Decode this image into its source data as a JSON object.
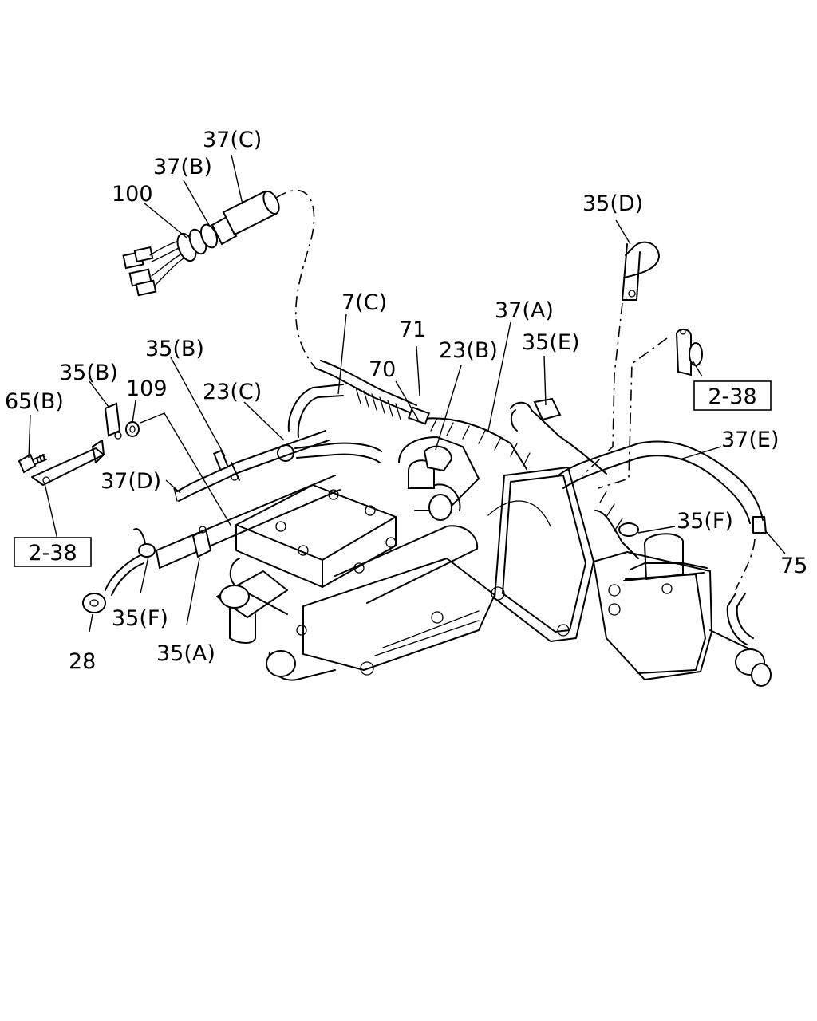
{
  "callouts": {
    "c37C": "37(C)",
    "c37B": "37(B)",
    "c100": "100",
    "c35D": "35(D)",
    "c7C": "7(C)",
    "c37A": "37(A)",
    "c71": "71",
    "c35B_mid": "35(B)",
    "c23B": "23(B)",
    "c35E": "35(E)",
    "c70": "70",
    "c35B_left": "35(B)",
    "c109": "109",
    "c23C": "23(C)",
    "c65B": "65(B)",
    "c37E": "37(E)",
    "c37D": "37(D)",
    "c35F_right": "35(F)",
    "c75": "75",
    "c35F_left": "35(F)",
    "c35A": "35(A)",
    "c28": "28"
  },
  "references": {
    "ref_right": "2-38",
    "ref_left": "2-38"
  }
}
